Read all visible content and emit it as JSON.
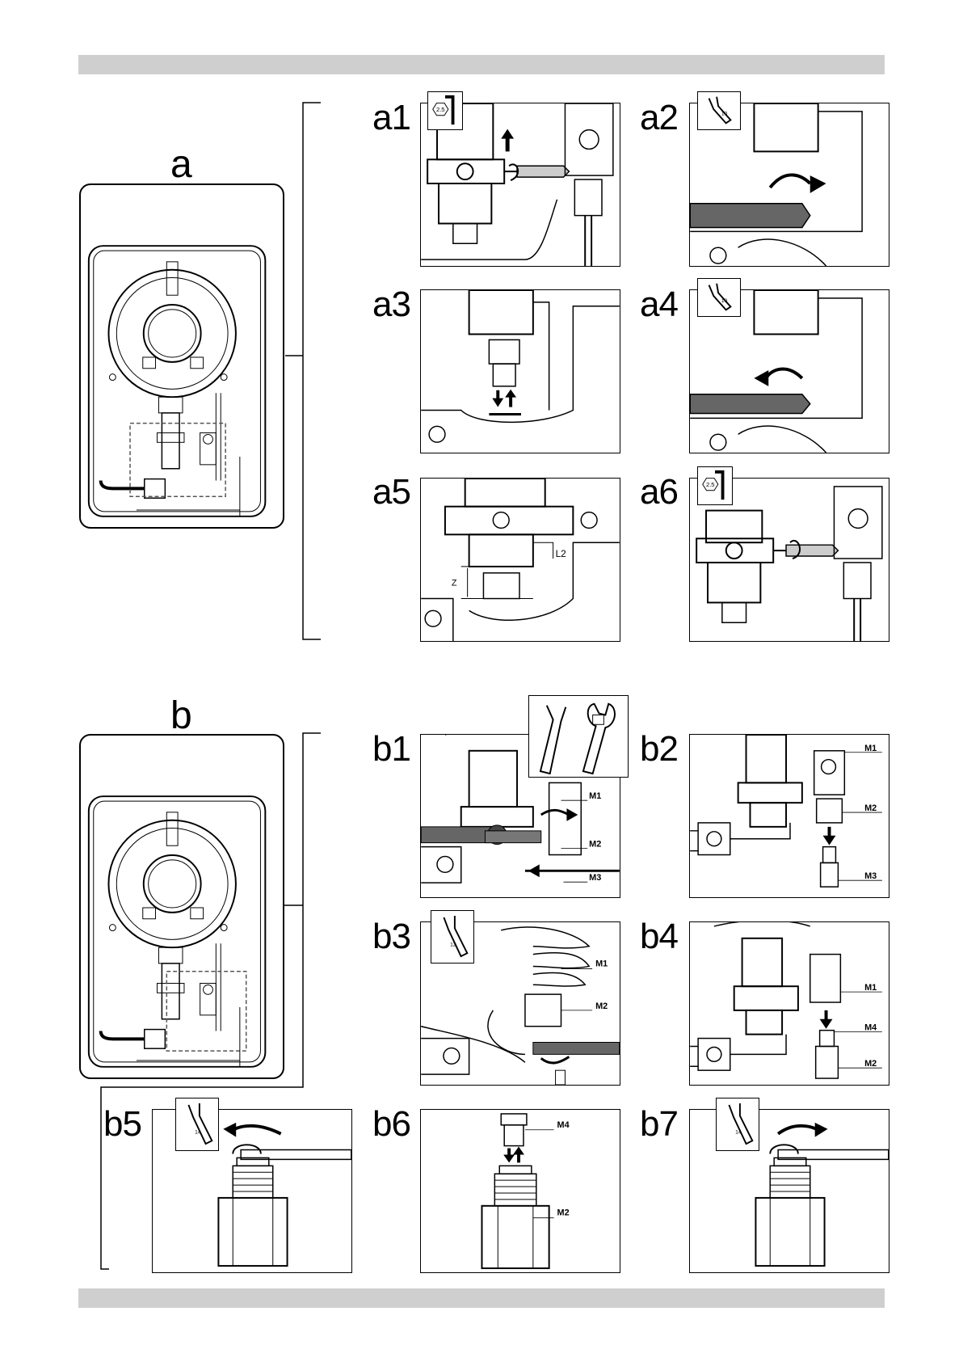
{
  "section_a": {
    "label": "a",
    "steps": [
      {
        "id": "a1",
        "tool": "2.5"
      },
      {
        "id": "a2",
        "tool": "10"
      },
      {
        "id": "a3"
      },
      {
        "id": "a4",
        "tool": "10"
      },
      {
        "id": "a5",
        "dim_z": "Z",
        "dim_l2": "L2"
      },
      {
        "id": "a6",
        "tool": "2.5"
      }
    ]
  },
  "section_b": {
    "label": "b",
    "steps": [
      {
        "id": "b1",
        "parts": [
          "M1",
          "M2",
          "M3"
        ]
      },
      {
        "id": "b2",
        "parts": [
          "M1",
          "M2",
          "M3"
        ]
      },
      {
        "id": "b3",
        "tool": "12",
        "parts": [
          "M1",
          "M2"
        ]
      },
      {
        "id": "b4",
        "parts": [
          "M1",
          "M4",
          "M2"
        ]
      },
      {
        "id": "b5",
        "tool": "14"
      },
      {
        "id": "b6",
        "parts": [
          "M4",
          "M2"
        ]
      },
      {
        "id": "b7",
        "tool": "14"
      }
    ]
  }
}
